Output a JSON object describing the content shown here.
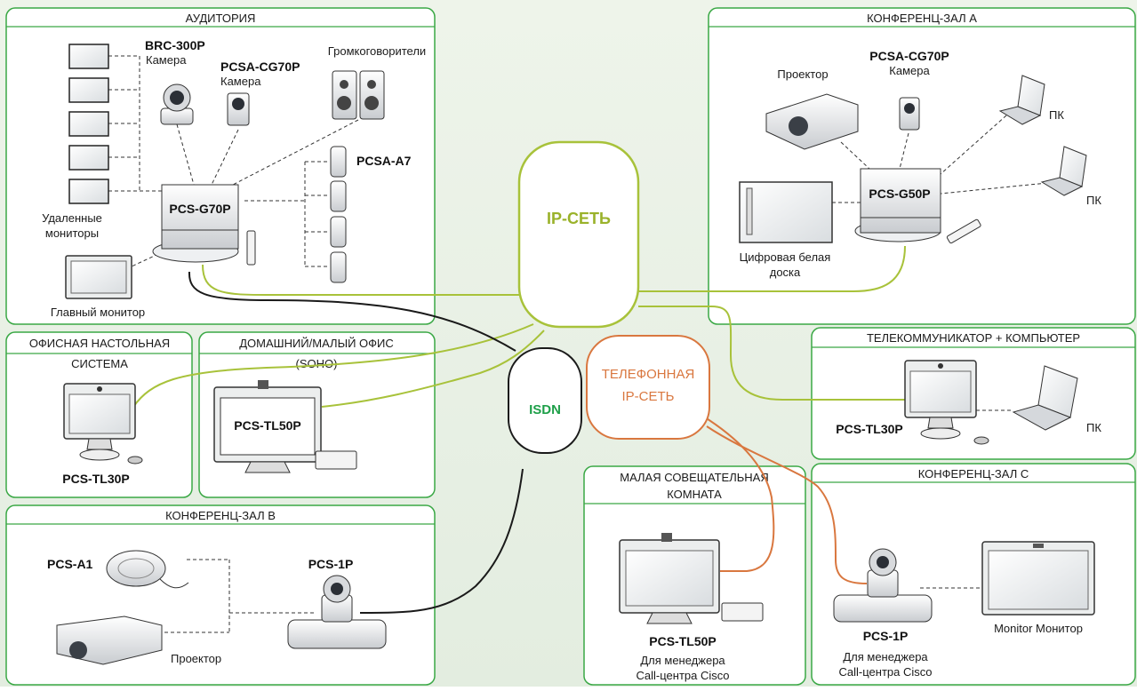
{
  "panels": {
    "auditorium": "АУДИТОРИЯ",
    "conf_a": "КОНФЕРЕНЦ-ЗАЛ А",
    "office_desk_l1": "ОФИСНАЯ НАСТОЛЬНАЯ",
    "office_desk_l2": "СИСТЕМА",
    "soho_l1": "ДОМАШНИЙ/МАЛЫЙ ОФИС",
    "soho_l2": "(SOHO)",
    "telecom": "ТЕЛЕКОММУНИКАТОР + КОМПЬЮТЕР",
    "conf_b": "КОНФЕРЕНЦ-ЗАЛ В",
    "small_room_l1": "МАЛАЯ СОВЕЩАТЕЛЬНАЯ",
    "small_room_l2": "КОМНАТА",
    "conf_c": "КОНФЕРЕНЦ-ЗАЛ С"
  },
  "networks": {
    "ip": "IP-СЕТЬ",
    "isdn": "ISDN",
    "phone_l1": "ТЕЛЕФОННАЯ",
    "phone_l2": "IP-СЕТЬ"
  },
  "auditorium": {
    "brc_model": "BRC-300P",
    "brc_label": "Камера",
    "pcsa_cg70p_model": "PCSA-CG70P",
    "pcsa_cg70p_label": "Камера",
    "speakers_label": "Громкоговорители",
    "pcsa_a7_model": "PCSA-A7",
    "codec_model": "PCS-G70P",
    "remote_l1": "Удаленные",
    "remote_l2": "мониторы",
    "main_monitor": "Главный монитор"
  },
  "conf_a": {
    "projector_label": "Проектор",
    "camera_model": "PCSA-CG70P",
    "camera_label": "Камера",
    "pc_label_1": "ПК",
    "pc_label_2": "ПК",
    "codec_model": "PCS-G50P",
    "whiteboard_l1": "Цифровая белая",
    "whiteboard_l2": "доска"
  },
  "office_desk": {
    "model": "PCS-TL30P"
  },
  "soho": {
    "model": "PCS-TL50P"
  },
  "telecom": {
    "model": "PCS-TL30P",
    "pc_label": "ПК"
  },
  "conf_b": {
    "mic_model": "PCS-A1",
    "codec_model": "PCS-1P",
    "projector_label": "Проектор"
  },
  "small_room": {
    "model": "PCS-TL50P",
    "caption_l1": "Для менеджера",
    "caption_l2": "Call-центра Cisco"
  },
  "conf_c": {
    "model": "PCS-1P",
    "caption_l1": "Для менеджера",
    "caption_l2": "Call-центра Cisco",
    "monitor_label": "Monitor Монитор"
  },
  "colors": {
    "panel_border": "#3aa845",
    "ip_line": "#a8c23a",
    "isdn_line": "#1a1a1a",
    "phone_line": "#d9773f",
    "ip_text": "#9ab22a",
    "isdn_text": "#1fa04a",
    "phone_text": "#d9773f"
  }
}
